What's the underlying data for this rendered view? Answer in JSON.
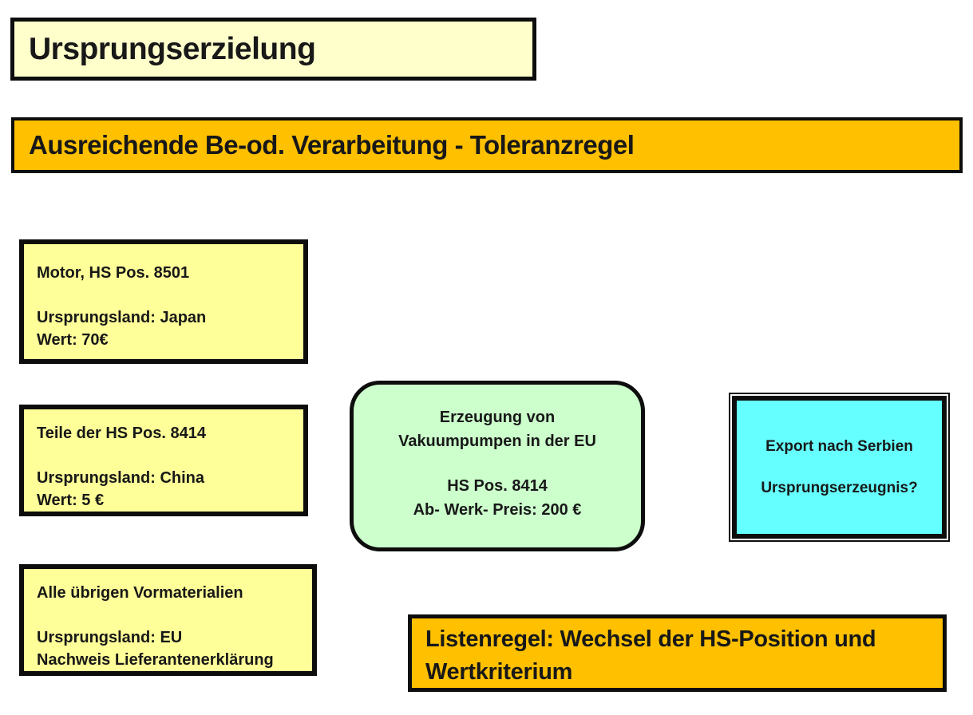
{
  "slide": {
    "background_color": "#FFFFFF",
    "text_color": "#181818",
    "title_box": {
      "text": "Ursprungserzielung",
      "fill": "#FFFFCC",
      "border": "#0D0D0D"
    },
    "banner": {
      "text": "Ausreichende Be-od. Verarbeitung - Toleranzregel",
      "fill": "#FFC000",
      "border": "#0D0D0D"
    },
    "material_boxes": [
      {
        "title": "Motor, HS Pos. 8501",
        "origin_line": "Ursprungsland: Japan",
        "value_line": "Wert: 70€",
        "fill": "#FFFF99"
      },
      {
        "title": "Teile der HS Pos. 8414",
        "origin_line": "Ursprungsland: China",
        "value_line": "Wert: 5 €",
        "fill": "#FFFF99"
      },
      {
        "title": "Alle übrigen Vormaterialien",
        "origin_line": "Ursprungsland: EU",
        "value_line": "Nachweis Lieferantenerklärung",
        "fill": "#FFFF99"
      }
    ],
    "production_box": {
      "line1": "Erzeugung von",
      "line2": "Vakuumpumpen in der EU",
      "line3": "HS Pos. 8414",
      "line4": "Ab- Werk- Preis: 200 €",
      "fill": "#CCFFCC"
    },
    "export_box": {
      "line1": "Export nach Serbien",
      "line2": "Ursprungserzeugnis?",
      "fill": "#66FFFF"
    },
    "rule_box": {
      "text": "Listenregel: Wechsel der HS-Position und Wertkriterium",
      "fill": "#FFC000"
    }
  }
}
